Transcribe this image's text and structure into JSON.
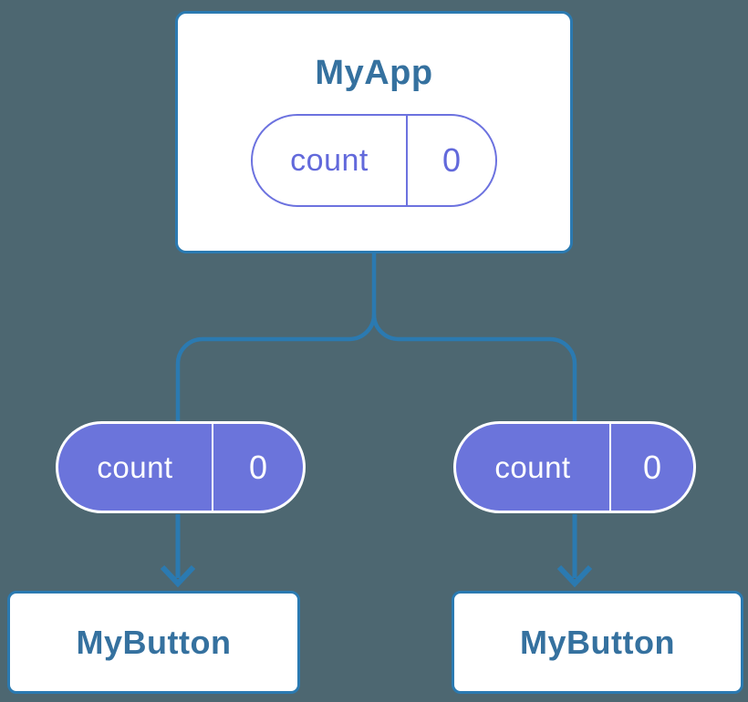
{
  "colors": {
    "background": "#4D6771",
    "connector": "#2B7AB1",
    "card_bg": "#FFFFFF",
    "card_border": "#2B7AB1",
    "component_text": "#35719F",
    "purple": "#6B74DB",
    "purple_border": "#6C72DF",
    "purple_text": "#6269DB",
    "white_text": "#FFFFFF"
  },
  "tree": {
    "root": {
      "title": "MyApp",
      "state": {
        "label": "count",
        "value": "0"
      }
    },
    "children": [
      {
        "title": "MyButton",
        "state": {
          "label": "count",
          "value": "0"
        }
      },
      {
        "title": "MyButton",
        "state": {
          "label": "count",
          "value": "0"
        }
      }
    ]
  }
}
